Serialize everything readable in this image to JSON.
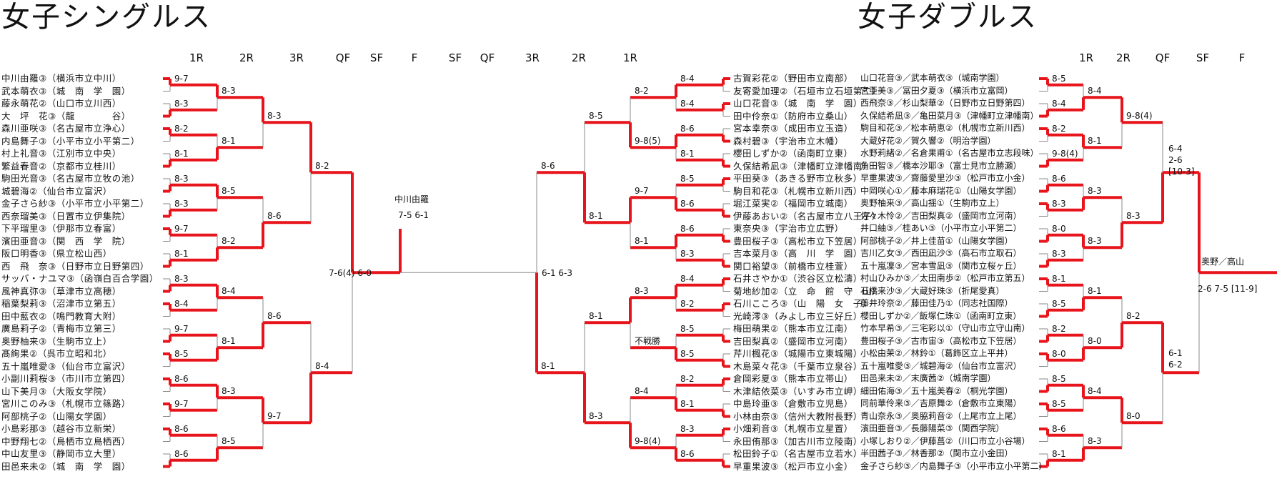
{
  "singles": {
    "title": "女子シングルス",
    "headers": [
      "1R",
      "2R",
      "3R",
      "QF",
      "SF",
      "F",
      "SF",
      "QF",
      "3R",
      "2R",
      "1R"
    ],
    "left_players": [
      "中川由羅③（横浜市立中川）",
      "武本萌衣③（城　南　学　園）",
      "藤永萌花②（山口市立川西）",
      "大　坪　花③（龍　　　　谷）",
      "森川亜咲③（名古屋市立浄心）",
      "内島舞子③（小平市立小平第二）",
      "村上礼音③（江別市立中央）",
      "繁益春音②（京都市立桂川）",
      "駒田光音③（名古屋市立牧の池）",
      "城碧海②（仙台市立富沢）",
      "金子さら紗③（小平市立小平第二）",
      "西奈瑠美③（日置市立伊集院）",
      "下平瑠里③（伊那市立春富）",
      "濱田亜音③（関　西　学　院）",
      "阪口明香③（県立松山西）",
      "西　飛　奈③（日野市立日野第四）",
      "サッバ・ナユマ③（函嶺白百合学園）",
      "風神真弥③（草津市立高穂）",
      "稲葉梨莉③（沼津市立第五）",
      "田中藍衣②（鳴門教育大附）",
      "廣島莉子②（青梅市立第三）",
      "奥野柚来③（生駒市立上）",
      "髙絢果②（呉市立昭和北）",
      "五十嵐唯愛③（仙台市立富沢）",
      "小副川莉桜③（市川市立第四）",
      "山下美月③（大阪女学院）",
      "宮川このみ③（札幌市立篠路）",
      "阿部桃子②（山陽女学園）",
      "小島彩那③（越谷市立新栄）",
      "中野翔七②（鳥栖市立鳥栖西）",
      "中山友里③（静岡市立大里）",
      "田邑来未②（城　南　学　園）"
    ],
    "right_players": [
      "古賀彩花②（野田市立南部）",
      "友寄愛加理②（石垣市立石垣第二）",
      "山口花音③（城　南　学　園）",
      "田中伶奈①（防府市立桑山）",
      "宮本幸奈③（成田市立玉造）",
      "森村碧③（宇治市立木幡）",
      "櫻田しずか②（函南町立東）",
      "久保結希凪③（津幡町立津幡南）",
      "平田葵③（あきる野市立秋多）",
      "駒目和花③（札幌市立新川西）",
      "堀江菜実②（福岡市立城南）",
      "伊藤あおい②（名古屋市立八王子）",
      "東奈央③（宇治市立広野）",
      "豊田桜子③（高松市立下笠居）",
      "吉本菜月③（高　川　学　園）",
      "関口裕望③（前橋市立桂萱）",
      "石井さやか①（渋谷区立松濤）",
      "菊地紗加②（立　命　館　守　山）",
      "石川こころ③（山　陽　女　子）",
      "光崎澪③（みよし市立三好丘）",
      "梅田萌果②（熊本市立江南）",
      "吉田梨真②（盛岡市立河南）",
      "芹川楓花③（城陽市立東城陽）",
      "木島菜々花③（千葉市立泉谷）",
      "倉岡彩夏③（熊本市立帯山）",
      "木津結依菜③（いすみ市立岬）",
      "中島玲亜③（倉敷市立児島）",
      "小林由奈③（信州大教附長野）",
      "小畑莉音③（札幌市立星置）",
      "永田侑那③（加古川市立陵南）",
      "松田鈴子①（名古屋市立若水）",
      "早重果波③（松戸市立小金）"
    ],
    "left_r1": [
      "9-7",
      "8-3",
      "8-2",
      "8-1",
      "8-3",
      "8-3",
      "9-7",
      "8-1",
      "8-3",
      "8-4",
      "9-7",
      "8-5",
      "8-6",
      "9-7",
      "8-6",
      "8-6"
    ],
    "left_r2": [
      "8-3",
      "8-1",
      "8-5",
      "8-2",
      "8-4",
      "8-1",
      "8-3",
      "8-5"
    ],
    "left_r3": [
      "8-3",
      "8-6",
      "8-6",
      "9-7"
    ],
    "left_qf": [
      "8-2",
      "8-4"
    ],
    "left_sf": "7-6(4) 6-0",
    "final_winner": "中川由羅",
    "final_score": "7-5 6-1",
    "right_sf": "6-1 6-3",
    "right_qf": [
      "8-6",
      "8-1"
    ],
    "right_r3": [
      "8-5",
      "8-1",
      "8-1",
      "8-3"
    ],
    "right_r2": [
      "8-2",
      "9-8(5)",
      "9-7",
      "8-1",
      "8-3",
      "不戦勝",
      "8-4",
      "9-8(4)"
    ],
    "right_r1": [
      "8-4",
      "8-4",
      "8-6",
      "8-1",
      "8-5",
      "8-6",
      "8-6",
      "8-3",
      "8-4",
      "8-2",
      "8-5",
      "8-5",
      "8-2",
      "8-1",
      "8-3",
      "8-6"
    ]
  },
  "doubles": {
    "title": "女子ダブルス",
    "headers": [
      "1R",
      "2R",
      "QF",
      "SF",
      "F"
    ],
    "pairs": [
      "山口花音③／武本萌衣③（城南学園）",
      "宮亜美③／冨田夕夏③（横浜市立富岡）",
      "西飛奈③／杉山梨華②（日野市立日野第四）",
      "久保結希凪③／亀田菜月③（津幡町立津幡南）",
      "駒目和花③／松本萌恵②（札幌市立新川西）",
      "大蔵好花②／賀久響②（明治学園）",
      "水野莉緒②／名倉果甫①（名古屋市立志段味）",
      "角田智③／橋本沙耶③（富士見市立勝瀬）",
      "早重果波③／齋藤愛里沙③（松戸市立小金）",
      "中岡咲心①／藤本麻瑞花①（山陽女学園）",
      "奥野柚来③／高山揺①（生駒市立上）",
      "佐々木怜②／吉田梨真②（盛岡市立河南）",
      "井口紬③／桂あい③（小平市立小平第二）",
      "阿部桃子②／井上佳苗①（山陽女学園）",
      "吉川乙女③／西田凪沙③（高石市立取石）",
      "五十嵐凜③／宮本雪凪③（関市立桜ヶ丘）",
      "村山ひみか③／太田南歩②（松戸市立第五）",
      "石橋来沙③／大蔵好珠③（折尾愛真）",
      "藤井玲奈②／藤田佳乃①（同志社国際）",
      "櫻田しずか②／飯塚仁珠①（函南町立東）",
      "竹本早希③／三宅彩以①（守山市立守山南）",
      "豊田桜子③／古市宙③（高松市立下笠居）",
      "小松由茉②／林鈴①（葛飾区立上平井）",
      "五十嵐唯愛③／城碧海②（仙台市立富沢）",
      "田邑来未②／末廣茜②（城南学園）",
      "細田佑海③／五十嵐美春②（桐光学園）",
      "同前華伶来③／吉原舞②（倉敷市立東陽）",
      "青山奈永③／奥脇莉音②（上尾市立上尾）",
      "濱田亜音③／長藤陽菜③（関西学院）",
      "小塚しおり②／伊藤菖②（川口市立小谷場）",
      "半田茜子③／林香那②（関市立小金田）",
      "金子さら紗③／内島舞子③（小平市立小平第二）"
    ],
    "r1": [
      "8-5",
      "8-4",
      "8-2",
      "9-8(4)",
      "8-6",
      "8-3",
      "8-0",
      "8-3",
      "8-1",
      "8-5",
      "8-2",
      "8-0",
      "8-5",
      "8-5",
      "8-6",
      "8-1"
    ],
    "r2": [
      "8-4",
      "8-1",
      "8-3",
      "8-3",
      "8-1",
      "8-0",
      "8-4",
      "8-3"
    ],
    "qf": [
      "9-8(4)",
      "8-3",
      "8-2",
      "8-0"
    ],
    "sf_top": [
      "6-4",
      "2-6",
      "[10-3]"
    ],
    "sf_bottom": [
      "6-1",
      "6-2"
    ],
    "final_winner": "奥野／高山",
    "final_score": "2-6 7-5 [11-9]"
  },
  "colors": {
    "win_line": "#e8141b",
    "lose_line": "#8a8a8a",
    "text": "#111111"
  }
}
